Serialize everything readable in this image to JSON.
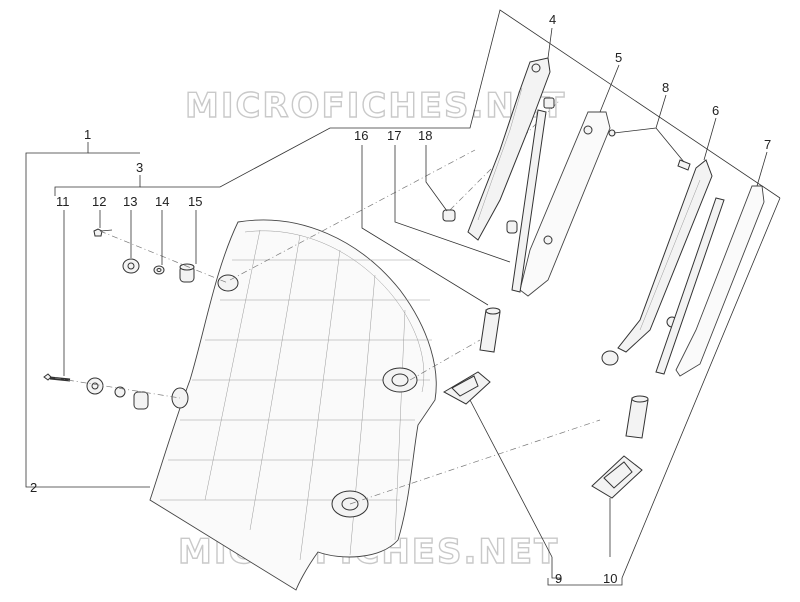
{
  "watermark": [
    "MICROFICHES.NET",
    "MICROFICHES.NET"
  ],
  "callouts": [
    "1",
    "2",
    "3",
    "4",
    "5",
    "6",
    "7",
    "8",
    "9",
    "10",
    "11",
    "12",
    "13",
    "14",
    "15",
    "16",
    "17",
    "18"
  ]
}
